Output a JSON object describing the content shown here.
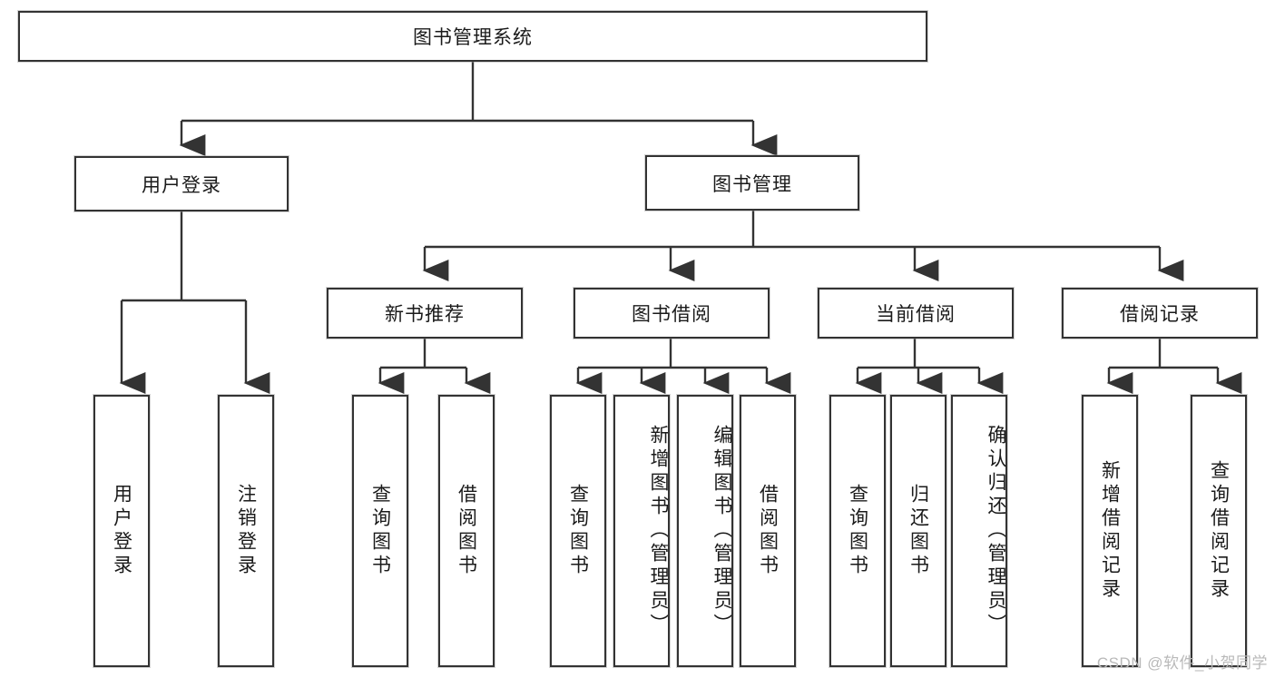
{
  "diagram": {
    "title": "图书管理系统",
    "watermark": "CSDN @软件_小贺同学",
    "colors": {
      "box_border": "#333333",
      "box_fill": "#ffffff",
      "connector": "#333333",
      "watermark": "#b9b9b9",
      "background": "#ffffff"
    },
    "root": {
      "label": "图书管理系统"
    },
    "level2": [
      {
        "label": "用户登录"
      },
      {
        "label": "图书管理"
      }
    ],
    "level3": [
      {
        "label": "新书推荐"
      },
      {
        "label": "图书借阅"
      },
      {
        "label": "当前借阅"
      },
      {
        "label": "借阅记录"
      }
    ],
    "leaves": {
      "user_login": [
        {
          "label": "用户登录"
        },
        {
          "label": "注销登录"
        }
      ],
      "new_book_recommend": [
        {
          "label": "查询图书"
        },
        {
          "label": "借阅图书"
        }
      ],
      "book_borrow": [
        {
          "label": "查询图书"
        },
        {
          "label": "新增图书（管理员）"
        },
        {
          "label": "编辑图书（管理员）"
        },
        {
          "label": "借阅图书"
        }
      ],
      "current_borrow": [
        {
          "label": "查询图书"
        },
        {
          "label": "归还图书"
        },
        {
          "label": "确认归还（管理员）"
        }
      ],
      "borrow_record": [
        {
          "label": "新增借阅记录"
        },
        {
          "label": "查询借阅记录"
        }
      ]
    }
  }
}
